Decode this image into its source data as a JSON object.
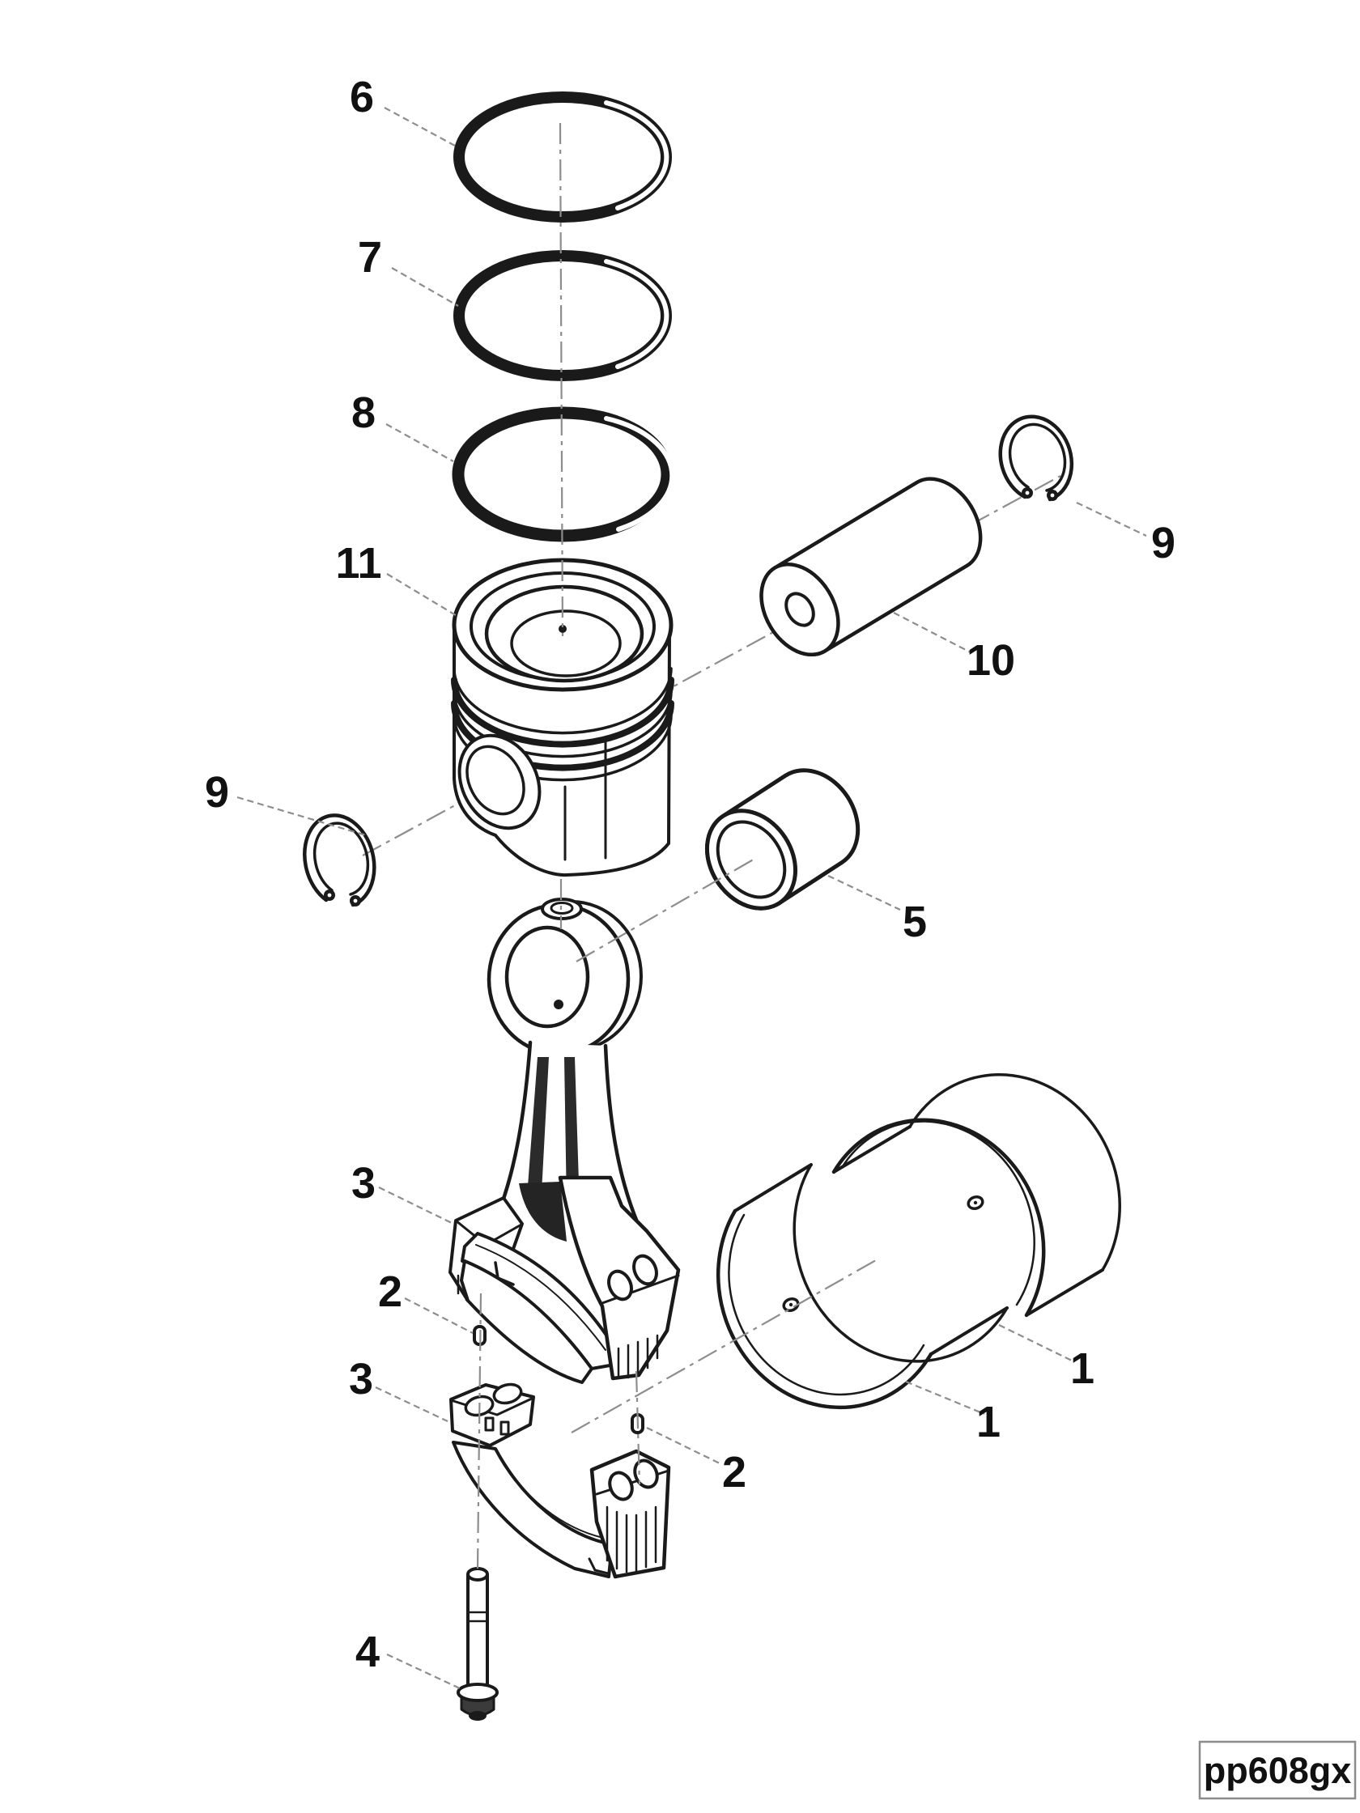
{
  "diagram": {
    "kind": "exploded-parts-diagram",
    "subject": "piston and connecting rod assembly",
    "background_color": "#ffffff",
    "line_color": "#1a1a1a",
    "centerline_color": "#8d8d8d",
    "leader_color": "#8d8d8d"
  },
  "callouts": [
    {
      "label": "6",
      "part": "piston-ring-top-compression"
    },
    {
      "label": "7",
      "part": "piston-ring-second-compression"
    },
    {
      "label": "8",
      "part": "piston-ring-oil-control"
    },
    {
      "label": "11",
      "part": "piston"
    },
    {
      "label": "9",
      "part": "retaining-ring-right"
    },
    {
      "label": "10",
      "part": "piston-pin"
    },
    {
      "label": "9",
      "part": "retaining-ring-left"
    },
    {
      "label": "5",
      "part": "connecting-rod-bushing"
    },
    {
      "label": "3",
      "part": "connecting-rod"
    },
    {
      "label": "2",
      "part": "dowel-pin-upper"
    },
    {
      "label": "3",
      "part": "connecting-rod-cap"
    },
    {
      "label": "2",
      "part": "dowel-pin-lower"
    },
    {
      "label": "1",
      "part": "bearing-shell-upper"
    },
    {
      "label": "1",
      "part": "bearing-shell-lower"
    },
    {
      "label": "4",
      "part": "rod-cap-bolt"
    }
  ],
  "code_box": {
    "text": "pp608gx"
  }
}
